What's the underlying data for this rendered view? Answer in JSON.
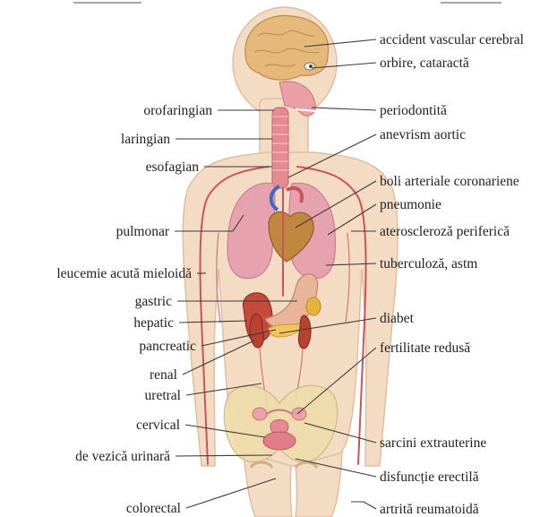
{
  "labels": {
    "left": [
      "orofaringian",
      "laringian",
      "esofagian",
      "pulmonar",
      "leucemie acută mieloidă",
      "gastric",
      "hepatic",
      "pancreatic",
      "renal",
      "uretral",
      "cervical",
      "de vezică urinară",
      "colorectal"
    ],
    "right": [
      "accident vascular cerebral",
      "orbire, cataractă",
      "periodontită",
      "anevrism aortic",
      "boli arteriale coronariene",
      "pneumonie",
      "ateroscleroză periferică",
      "tuberculoză, astm",
      "diabet",
      "fertilitate redusă",
      "sarcini extrauterine",
      "disfuncție erectilă",
      "artrită reumatoidă"
    ]
  },
  "colors": {
    "skin": "#f3dcc3",
    "brain": "#e6b97a",
    "lung": "#e7a2b0",
    "heart": "#c0883f",
    "liver": "#c44a3b",
    "stomach": "#e9b49a",
    "kidney": "#b8412f",
    "artery": "#c9545a"
  }
}
